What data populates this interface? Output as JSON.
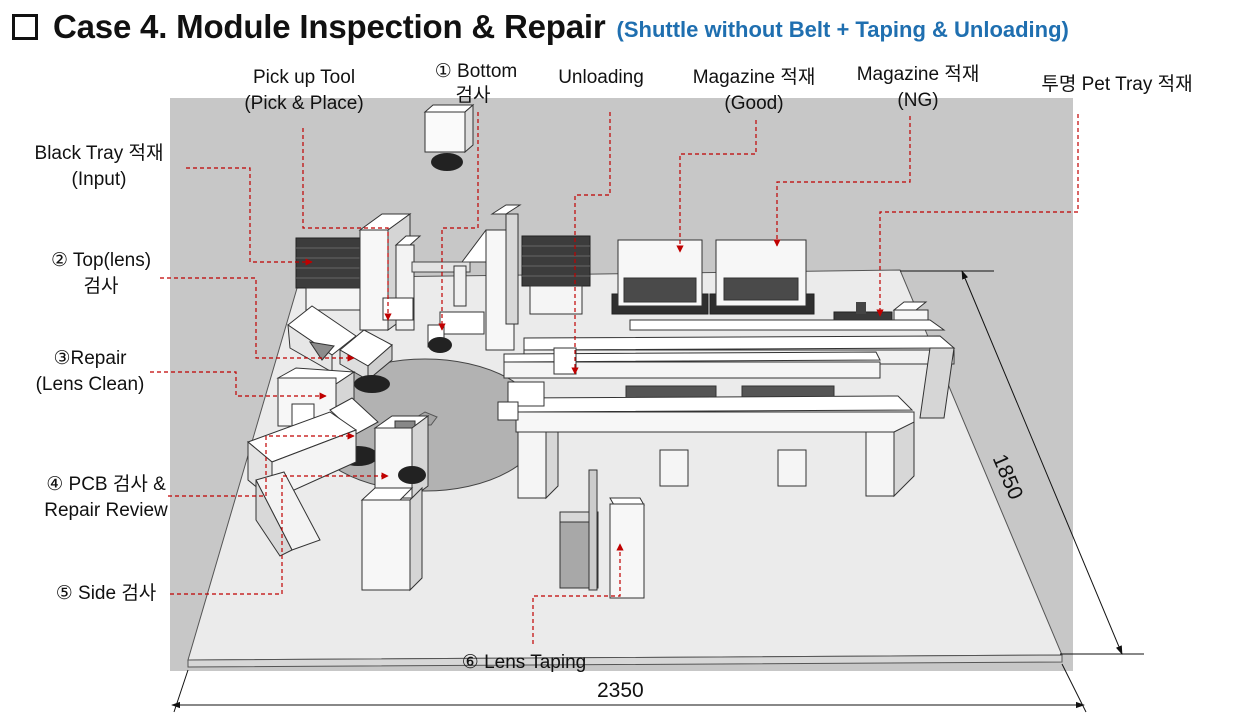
{
  "title": {
    "checkbox_icon": "hollow-square-icon",
    "main": "Case 4. Module Inspection & Repair",
    "sub": "(Shuttle without Belt + Taping & Unloading)"
  },
  "labels": {
    "pickup_tool_l1": "Pick up Tool",
    "pickup_tool_l2": "(Pick & Place)",
    "bottom_l1": "① Bottom",
    "bottom_l2": "검사",
    "unloading": "Unloading",
    "mag_good_l1": "Magazine 적재",
    "mag_good_l2": "(Good)",
    "mag_ng_l1": "Magazine 적재",
    "mag_ng_l2": "(NG)",
    "pet_tray": "투명 Pet Tray 적재",
    "black_tray_l1": "Black Tray 적재",
    "black_tray_l2": "(Input)",
    "top_lens_l1": "② Top(lens)",
    "top_lens_l2": "검사",
    "repair_l1": "③Repair",
    "repair_l2": "(Lens Clean)",
    "pcb_l1": "④ PCB 검사 &",
    "pcb_l2": "Repair Review",
    "side": "⑤ Side 검사",
    "lens_taping": "⑥ Lens Taping"
  },
  "dimensions": {
    "width": "2350",
    "depth": "1850"
  },
  "colors": {
    "title_sub": "#1f6fb0",
    "leader_line": "#c00000",
    "background_panel": "#c7c7c7"
  }
}
